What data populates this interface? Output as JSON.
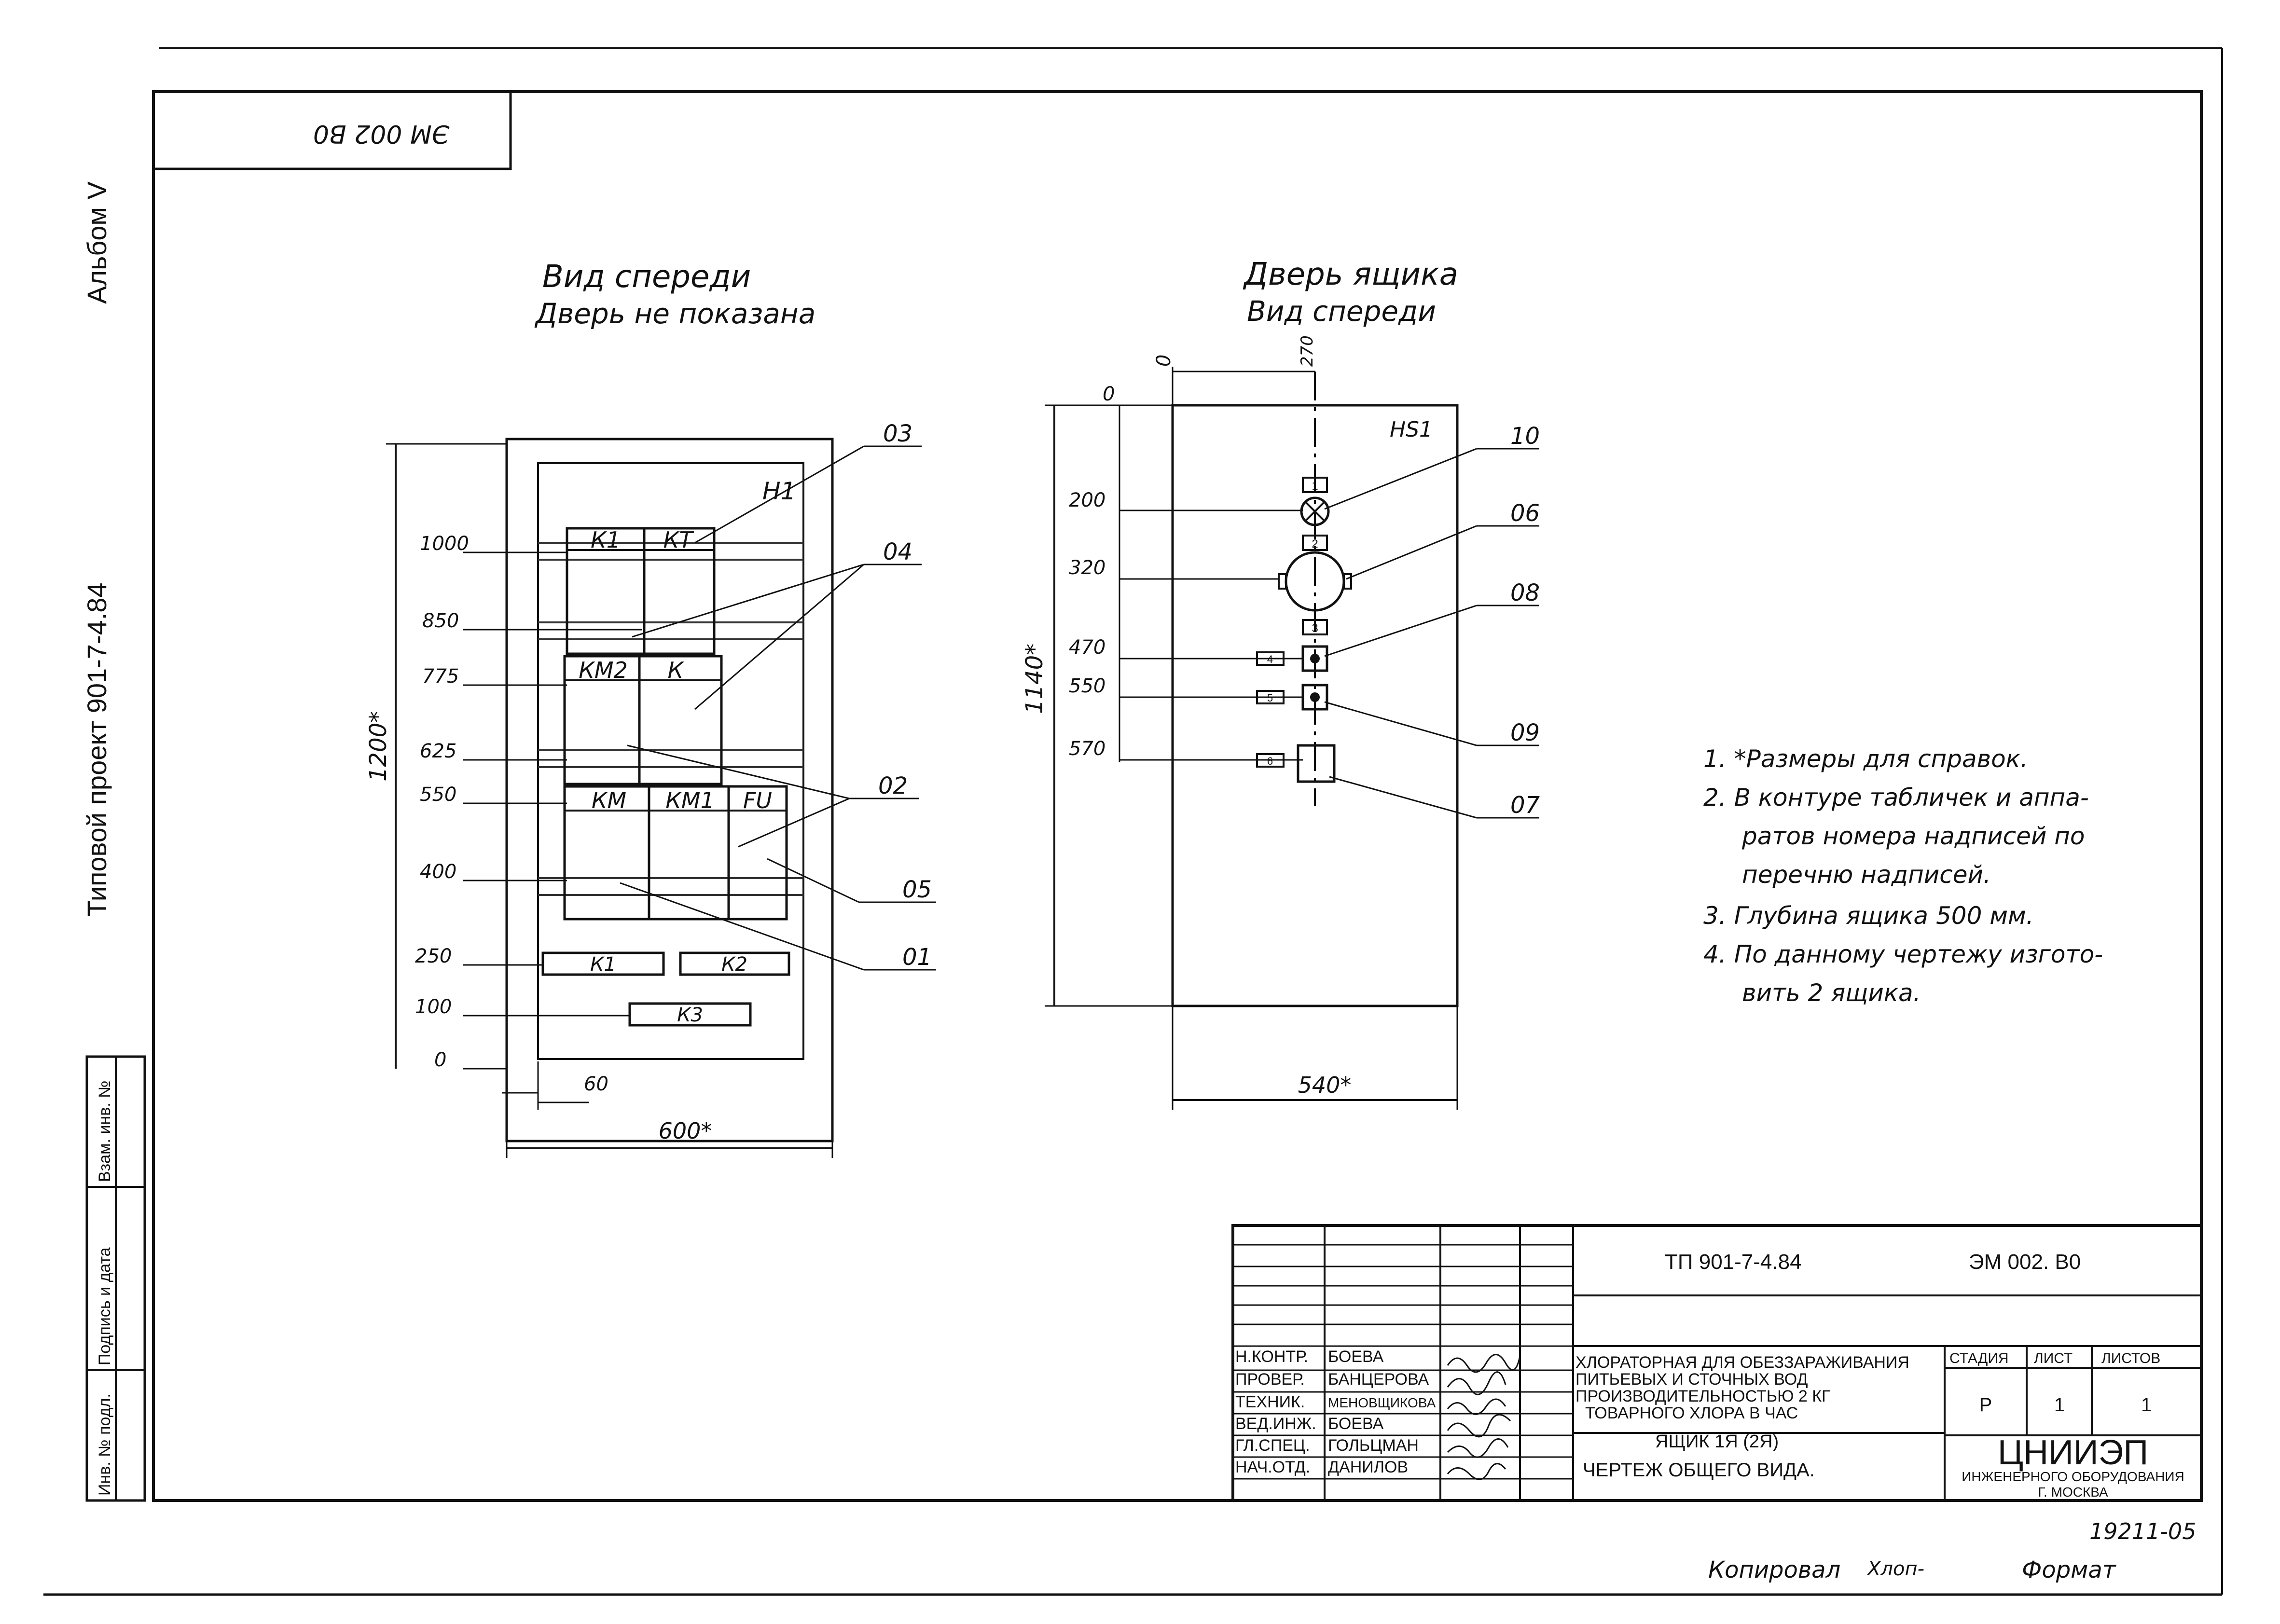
{
  "sheet": {
    "stamp_code_rotated": "ЭМ 002 В0",
    "album": "Альбом V",
    "project": "Типовой проект 901-7-4.84",
    "side_column": [
      "Инв. № подл.",
      "Подпись и дата",
      "Взам. инв. №"
    ],
    "copied_by": "Копировал",
    "copied_signature": "Хлоп-",
    "format": "Формат",
    "sheet_number": "19211-05"
  },
  "front_view": {
    "title1": "Вид спереди",
    "title2": "Дверь не показана",
    "panel_label": "Н1",
    "levels": [
      "1000",
      "850",
      "775",
      "625",
      "550",
      "400",
      "250",
      "100",
      "0"
    ],
    "height_dim": "1200*",
    "width_dim": "600*",
    "offset_dim": "60",
    "devices": [
      "К1",
      "КТ",
      "КМ2",
      "К",
      "КМ",
      "КМ1",
      "FU"
    ],
    "plates": [
      "К1",
      "К2",
      "К3"
    ],
    "callouts": [
      "03",
      "04",
      "02",
      "05",
      "01"
    ]
  },
  "door_view": {
    "title1": "Дверь ящика",
    "title2": "Вид спереди",
    "panel_label": "НЅ1",
    "top_zero": "0",
    "center_dim": "270",
    "left_zero": "0",
    "levels": [
      "200",
      "320",
      "470",
      "550",
      "570"
    ],
    "height_dim": "1140*",
    "width_dim": "540*",
    "callouts": [
      "10",
      "06",
      "08",
      "09",
      "07"
    ],
    "plate_numbers": [
      "1",
      "2",
      "3",
      "4",
      "5",
      "6"
    ]
  },
  "notes": [
    "1. *Размеры для справок.",
    "2. В контуре табличек и аппа-",
    "ратов номера надписей по",
    "перечню надписей.",
    "3. Глубина ящика 500 мм.",
    "4. По данному чертежу изгото-",
    "вить 2 ящика."
  ],
  "title_block": {
    "code": "ТП 901-7-4.84",
    "drawing_no": "ЭМ 002.   В0",
    "roles": [
      {
        "role": "Н.КОНТР.",
        "name": "БОЕВА"
      },
      {
        "role": "ПРОВЕР.",
        "name": "БАНЦЕРОВА"
      },
      {
        "role": "ТЕХНИК.",
        "name": "МЕНОВЩИКОВА"
      },
      {
        "role": "ВЕД.ИНЖ.",
        "name": "БОЕВА"
      },
      {
        "role": "ГЛ.СПЕЦ.",
        "name": "ГОЛЬЦМАН"
      },
      {
        "role": "НАЧ.ОТД.",
        "name": "ДАНИЛОВ"
      }
    ],
    "desc": [
      "ХЛОРАТОРНАЯ ДЛЯ ОБЕЗЗАРАЖИВАНИЯ",
      "ПИТЬЕВЫХ И СТОЧНЫХ ВОД",
      "ПРОИЗВОДИТЕЛЬНОСТЬЮ 2 КГ",
      "ТОВАРНОГО ХЛОРА В ЧАС"
    ],
    "object_name": "ЯЩИК 1Я (2Я)",
    "drawing_name": "ЧЕРТЕЖ ОБЩЕГО ВИДА.",
    "stage_header": "СТАДИЯ",
    "sheet_header": "ЛИСТ",
    "sheets_header": "ЛИСТОВ",
    "stage": "Р",
    "sheet": "1",
    "sheets": "1",
    "org": "ЦНИИЭП",
    "org_line2": "ИНЖЕНЕРНОГО ОБОРУДОВАНИЯ",
    "org_line3": "Г. МОСКВА"
  }
}
